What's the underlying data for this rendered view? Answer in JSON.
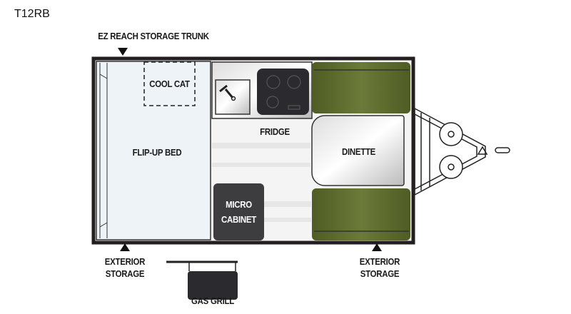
{
  "model": "T12RB",
  "labels": {
    "ez_reach": "EZ REACH STORAGE TRUNK",
    "cool_cat": "COOL CAT",
    "flip_up_bed": "FLIP-UP BED",
    "fridge": "FRIDGE",
    "dinette": "DINETTE",
    "micro_cabinet_1": "MICRO",
    "micro_cabinet_2": "CABINET",
    "exterior_storage_left_1": "EXTERIOR",
    "exterior_storage_left_2": "STORAGE",
    "exterior_storage_right_1": "EXTERIOR",
    "exterior_storage_right_2": "STORAGE",
    "gas_grill": "GAS GRILL"
  },
  "colors": {
    "wall": "#231f20",
    "seat": "#5d6b2e",
    "stove": "#2b2a2e",
    "cabinet": "#3d3d40",
    "bed": "#eef3f8"
  }
}
